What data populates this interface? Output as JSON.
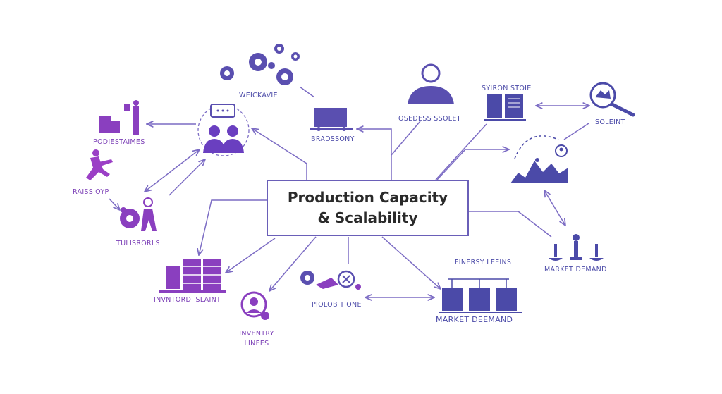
{
  "center": {
    "line1": "Production Capacity",
    "line2": "& Scalability"
  },
  "labels": {
    "weickavie": "WEICKAVIE",
    "bradssony": "BRADSSONY",
    "osedess_ssolet": "OSEDESS SSOLET",
    "syiron_stoie": "SYIRON STOIE",
    "soleint": "SOLEINT",
    "podiestaimes": "PODIESTAIMES",
    "raissioyp": "RAISSIOYP",
    "tulisrorls": "TULISRORLS",
    "inventordi_slaint": "INVNTORDI SLAINT",
    "inventory_lines_1": "INVENTRY",
    "inventory_lines_2": "LINEES",
    "piolob_tione": "PIOLOB TIONE",
    "finersy_leeins": "FINERSY LEEINS",
    "market_demand_bottom": "MARKET DEEMAND",
    "market_demand_right": "MARKET DEMAND"
  },
  "colors": {
    "purple": "#7b3fb6",
    "violet": "#9b4fd1",
    "indigo": "#4b4aa8",
    "line": "#7c6cc4"
  },
  "icons": [
    "gears-icon",
    "truck-icon",
    "person-icon",
    "server-rack-icon",
    "magnifier-icon",
    "mountain-chart-icon",
    "chat-people-icon",
    "worker-boxes-icon",
    "climber-icon",
    "gear-worker-icon",
    "stacked-boxes-icon",
    "avatar-icon",
    "gear-tool-icon",
    "servers-icon",
    "balance-scale-icon"
  ]
}
